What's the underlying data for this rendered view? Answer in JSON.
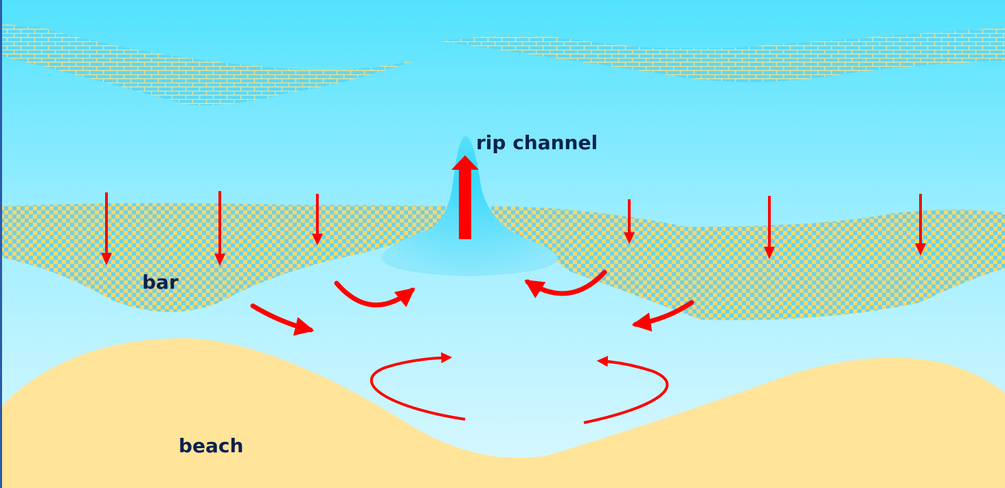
{
  "labels": {
    "rip_channel": "rip channel",
    "bar": "bar",
    "beach": "beach"
  },
  "colors": {
    "sky_top": "#52e2fd",
    "sky_bottom": "#d8f7ff",
    "sand": "#ffe49a",
    "arrow": "#ff0000",
    "text": "#0b2150",
    "pattern_light": "#f5e08a"
  }
}
